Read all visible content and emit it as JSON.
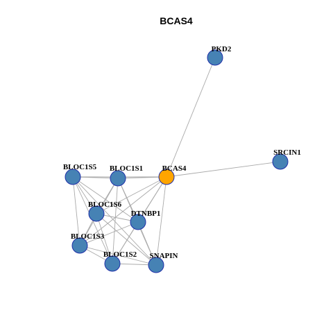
{
  "graph": {
    "title": "BCAS4",
    "center_node": "BCAS4",
    "colors": {
      "node_default": "#4682b4",
      "node_center": "#ffa500",
      "node_border": "#1f2fa8",
      "edge": "#a9a9a9",
      "background": "#ffffff"
    },
    "nodes": [
      {
        "id": "PKD2",
        "label": "PKD2"
      },
      {
        "id": "SRCIN1",
        "label": "SRCIN1"
      },
      {
        "id": "BLOC1S5",
        "label": "BLOC1S5"
      },
      {
        "id": "BLOC1S1",
        "label": "BLOC1S1"
      },
      {
        "id": "BCAS4",
        "label": "BCAS4"
      },
      {
        "id": "BLOC1S6",
        "label": "BLOC1S6"
      },
      {
        "id": "DTNBP1",
        "label": "DTNBP1"
      },
      {
        "id": "BLOC1S3",
        "label": "BLOC1S3"
      },
      {
        "id": "BLOC1S2",
        "label": "BLOC1S2"
      },
      {
        "id": "SNAPIN",
        "label": "SNAPIN"
      }
    ],
    "edges": [
      [
        "BCAS4",
        "PKD2"
      ],
      [
        "BCAS4",
        "SRCIN1"
      ],
      [
        "BCAS4",
        "BLOC1S1"
      ],
      [
        "BCAS4",
        "BLOC1S5"
      ],
      [
        "BCAS4",
        "BLOC1S6"
      ],
      [
        "BCAS4",
        "DTNBP1"
      ],
      [
        "BCAS4",
        "BLOC1S3"
      ],
      [
        "BCAS4",
        "BLOC1S2"
      ],
      [
        "BCAS4",
        "SNAPIN"
      ],
      [
        "BLOC1S5",
        "BLOC1S1"
      ],
      [
        "BLOC1S5",
        "BLOC1S6"
      ],
      [
        "BLOC1S5",
        "DTNBP1"
      ],
      [
        "BLOC1S5",
        "BLOC1S3"
      ],
      [
        "BLOC1S5",
        "BLOC1S2"
      ],
      [
        "BLOC1S5",
        "SNAPIN"
      ],
      [
        "BLOC1S1",
        "BLOC1S6"
      ],
      [
        "BLOC1S1",
        "DTNBP1"
      ],
      [
        "BLOC1S1",
        "BLOC1S3"
      ],
      [
        "BLOC1S1",
        "BLOC1S2"
      ],
      [
        "BLOC1S1",
        "SNAPIN"
      ],
      [
        "BLOC1S6",
        "DTNBP1"
      ],
      [
        "BLOC1S6",
        "BLOC1S3"
      ],
      [
        "BLOC1S6",
        "BLOC1S2"
      ],
      [
        "BLOC1S6",
        "SNAPIN"
      ],
      [
        "DTNBP1",
        "BLOC1S3"
      ],
      [
        "DTNBP1",
        "BLOC1S2"
      ],
      [
        "DTNBP1",
        "SNAPIN"
      ],
      [
        "BLOC1S3",
        "BLOC1S2"
      ],
      [
        "BLOC1S3",
        "SNAPIN"
      ],
      [
        "BLOC1S2",
        "SNAPIN"
      ]
    ]
  }
}
